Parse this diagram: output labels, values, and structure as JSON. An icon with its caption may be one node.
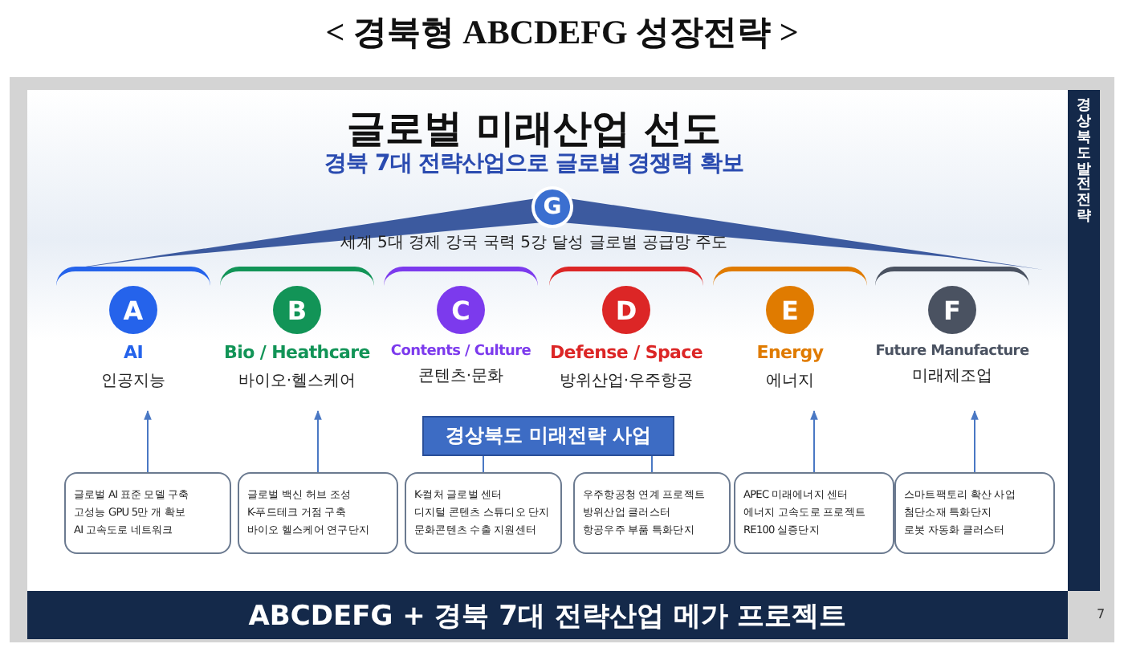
{
  "diagram": {
    "title": "< 경북형 ABCDEFG 성장전략 >",
    "nodes": [
      {
        "text": [
          "G"
        ]
      },
      {
        "text": [
          "A",
          "AI",
          "인공지능"
        ]
      },
      {
        "text": [
          "B",
          "Bio / Heathcare",
          "바이오·헬스케어"
        ]
      },
      {
        "text": [
          "C",
          "Contents / Culture",
          "콘텐츠·문화"
        ]
      },
      {
        "text": [
          "D",
          "Defense / Space",
          "방위산업·우주항공"
        ]
      },
      {
        "text": [
          "E",
          "Energy",
          "에너지"
        ]
      },
      {
        "text": [
          "F",
          "Future Manufacture",
          "미래제조업"
        ]
      },
      {
        "text": [
          "경상북도 미래전략 사업"
        ]
      },
      {
        "text": [
          "글로벌 AI 표준 모델 구축",
          "고성능 GPU 5만 개 확보",
          "AI 고속도로 네트워크"
        ]
      },
      {
        "text": [
          "글로벌 백신 허브 조성",
          "K-푸드테크 거점 구축",
          "바이오 헬스케어 연구단지"
        ]
      },
      {
        "text": [
          "K-컬처 글로벌 센터",
          "디지털 콘텐츠 스튜디오 단지",
          "문화콘텐츠 수출 지원센터"
        ]
      },
      {
        "text": [
          "우주항공청 연계 프로젝트",
          "방위산업 클러스터",
          "항공우주 부품 특화단지"
        ]
      },
      {
        "text": [
          "APEC 미래에너지 센터",
          "에너지 고속도로 프로젝트",
          "RE100 실증단지"
        ]
      },
      {
        "text": [
          "스마트팩토리 확산 사업",
          "첨단소재 특화단지",
          "로봇 자동화 클러스터"
        ]
      }
    ],
    "edges": [
      {
        "from": 8,
        "to": 1,
        "arrow": "to"
      },
      {
        "from": 9,
        "to": 2,
        "arrow": "to"
      },
      {
        "from": 10,
        "to": 7,
        "arrow": "none"
      },
      {
        "from": 11,
        "to": 7,
        "arrow": "none"
      },
      {
        "from": 12,
        "to": 5,
        "arrow": "to"
      },
      {
        "from": 13,
        "to": 6,
        "arrow": "to"
      }
    ],
    "labels": [
      "글로벌 미래산업 선도",
      "경북 7대 전략산업으로 글로벌 경쟁력 확보",
      "세계 5대 경제 강국 국력 5강 달성 글로벌 공급망 주도",
      "경상북도 발전전략",
      "ABCDEFG + 경북 7대 전략산업 메가 프로젝트",
      "7"
    ]
  }
}
